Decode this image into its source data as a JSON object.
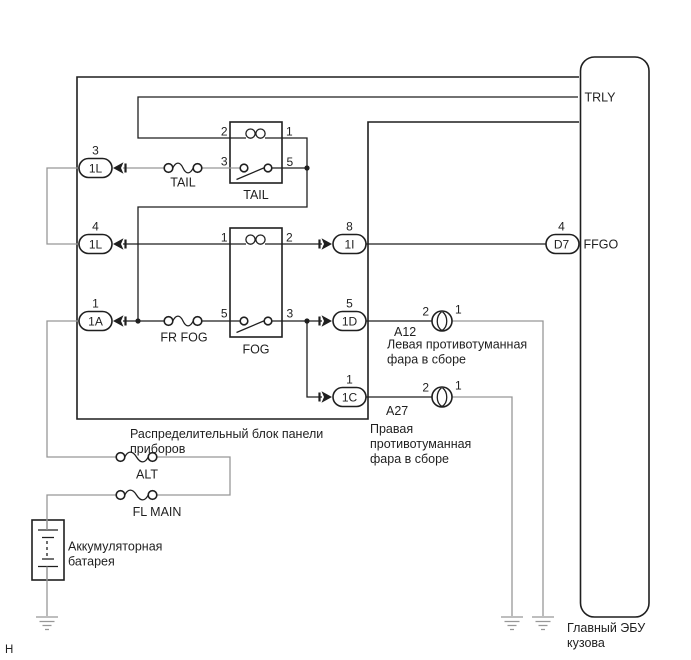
{
  "page": {
    "grid_ref": "H"
  },
  "colors": {
    "ink": "#1f1f1f",
    "wire_gray": "#979797",
    "background": "#ffffff"
  },
  "ecu": {
    "title_line1": "Главный ЭБУ",
    "title_line2": "кузова",
    "pin_trly": "TRLY",
    "pin_ffgo": "FFGO",
    "connector_d7": {
      "code": "D7",
      "pin": "4"
    }
  },
  "junction_block": {
    "title_line1": "Распределительный блок панели",
    "title_line2": "приборов",
    "relay_tail": {
      "label": "TAIL",
      "pin_coil_left": "2",
      "pin_coil_right": "1",
      "pin_sw_left": "3",
      "pin_sw_right": "5"
    },
    "relay_fog": {
      "label": "FOG",
      "pin_coil_left": "1",
      "pin_coil_right": "2",
      "pin_sw_left": "5",
      "pin_sw_right": "3"
    },
    "fuse_tail": "TAIL",
    "fuse_fr_fog": "FR FOG",
    "conn_1l3": {
      "code": "1L",
      "pin": "3"
    },
    "conn_1l4": {
      "code": "1L",
      "pin": "4"
    },
    "conn_1a": {
      "code": "1A",
      "pin": "1"
    },
    "conn_1i": {
      "code": "1I",
      "pin": "8"
    },
    "conn_1d": {
      "code": "1D",
      "pin": "5"
    },
    "conn_1c": {
      "code": "1C",
      "pin": "1"
    }
  },
  "power": {
    "fuse_alt": "ALT",
    "fuse_fl_main": "FL MAIN",
    "battery_line1": "Аккумуляторная",
    "battery_line2": "батарея"
  },
  "lamps": {
    "left": {
      "code": "A12",
      "pin_left": "2",
      "pin_right": "1",
      "name_line1": "Левая противотуманная",
      "name_line2": "фара в сборе"
    },
    "right": {
      "code": "A27",
      "pin_left": "2",
      "pin_right": "1",
      "name_line1": "Правая",
      "name_line2": "противотуманная",
      "name_line3": "фара в сборе"
    }
  }
}
